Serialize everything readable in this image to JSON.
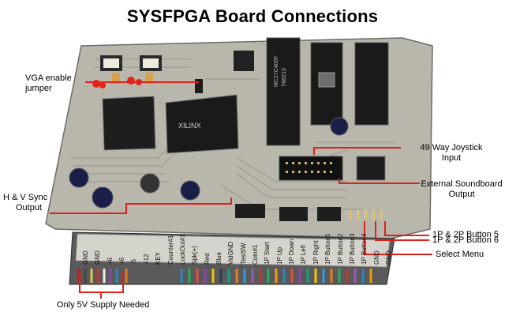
{
  "title": "SYSFPGA Board Connections",
  "callouts": {
    "vga_jumper": [
      "VGA enable",
      "jumper"
    ],
    "hv_sync": [
      "H & V Sync",
      "Output"
    ],
    "joystick": [
      "49 Way Joystick",
      "Input"
    ],
    "soundboard": [
      "External Soundboard",
      "Output"
    ],
    "button5": "1P & 2P Button 5",
    "button6": "1P & 2P Button 6",
    "select_menu": "Select Menu",
    "supply": "Only 5V Supply Needed"
  },
  "connector_pins": [
    "GND",
    "GND",
    "+6",
    "+6",
    "-5",
    "+12",
    "KEY",
    "Counter#1",
    "LockOut#1",
    "Spk(+)",
    "Red",
    "Blue",
    "VidGND",
    "TestSW",
    "Coin#1",
    "1P Start",
    "1P Up",
    "1P Down",
    "1P Left",
    "1P Right",
    "1P Button1",
    "1P Button2",
    "1P Button3",
    "1P Button4",
    "GND",
    "GND"
  ],
  "chips": {
    "main_fpga": "XILINX",
    "rom_label_1": "MC27C400F",
    "rom_label_2": "T88213"
  },
  "colors": {
    "callout_line": "#e0201a",
    "pcb": "#b9b7ac",
    "chip": "#1a1a1a"
  }
}
